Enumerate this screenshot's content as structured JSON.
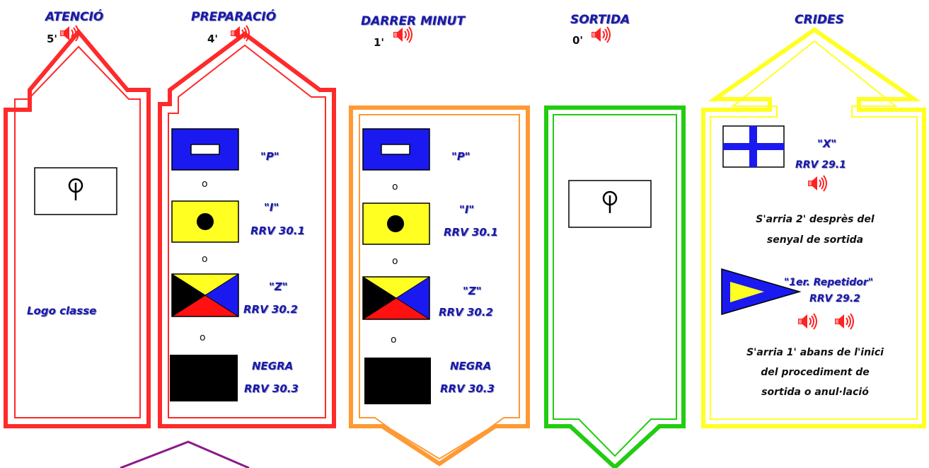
{
  "columns": [
    {
      "id": "atencio",
      "title": "ATENCIÓ",
      "time": "5'",
      "horn_count": 1,
      "arrow_direction": "up",
      "color": "#ff2a2a",
      "flag": "class-logo-flag",
      "label": "Logo classe"
    },
    {
      "id": "preparacio",
      "title": "PREPARACIÓ",
      "time": "4'",
      "horn_count": 1,
      "arrow_direction": "up",
      "color": "#ff2a2a",
      "options": [
        {
          "flag": "p-flag",
          "name": "\"P\"",
          "rule": ""
        },
        {
          "flag": "i-flag",
          "name": "\"I\"",
          "rule": "RRV 30.1"
        },
        {
          "flag": "z-flag",
          "name": "\"Z\"",
          "rule": "RRV 30.2"
        },
        {
          "flag": "black-flag",
          "name": "NEGRA",
          "rule": "RRV 30.3"
        }
      ],
      "separator": "o"
    },
    {
      "id": "darrer-minut",
      "title": "DARRER MINUT",
      "time": "1'",
      "horn_count": 1,
      "arrow_direction": "down",
      "color": "#ff9933",
      "options": [
        {
          "flag": "p-flag",
          "name": "\"P\"",
          "rule": ""
        },
        {
          "flag": "i-flag",
          "name": "\"I\"",
          "rule": "RRV 30.1"
        },
        {
          "flag": "z-flag",
          "name": "\"Z\"",
          "rule": "RRV 30.2"
        },
        {
          "flag": "black-flag",
          "name": "NEGRA",
          "rule": "RRV 30.3"
        }
      ],
      "separator": "o"
    },
    {
      "id": "sortida",
      "title": "SORTIDA",
      "time": "0'",
      "horn_count": 1,
      "arrow_direction": "down",
      "color": "#22cc11",
      "flag": "class-logo-flag"
    },
    {
      "id": "crides",
      "title": "CRIDES",
      "time": "",
      "arrow_direction": "up",
      "color": "#ffff22",
      "items": [
        {
          "flag": "x-flag",
          "name": "\"X\"",
          "rule": "RRV 29.1",
          "horn_count": 1,
          "note_lines": [
            "S'arria 2' desprès del",
            "senyal de sortida"
          ]
        },
        {
          "flag": "first-substitute-pennant",
          "name": "\"1er. Repetidor\"",
          "rule": "RRV 29.2",
          "horn_count": 2,
          "note_lines": [
            "S'arria 1' abans de l'inici",
            "del procediment de",
            "sortida o anul·lació"
          ]
        }
      ]
    }
  ],
  "colors": {
    "text_blue": "#1a1aa8",
    "flag_blue": "#1a1af0",
    "flag_yellow": "#ffff22",
    "flag_red": "#ff1111",
    "black": "#000000",
    "purple": "#8a1a8a",
    "horn_red": "#ff2222"
  }
}
